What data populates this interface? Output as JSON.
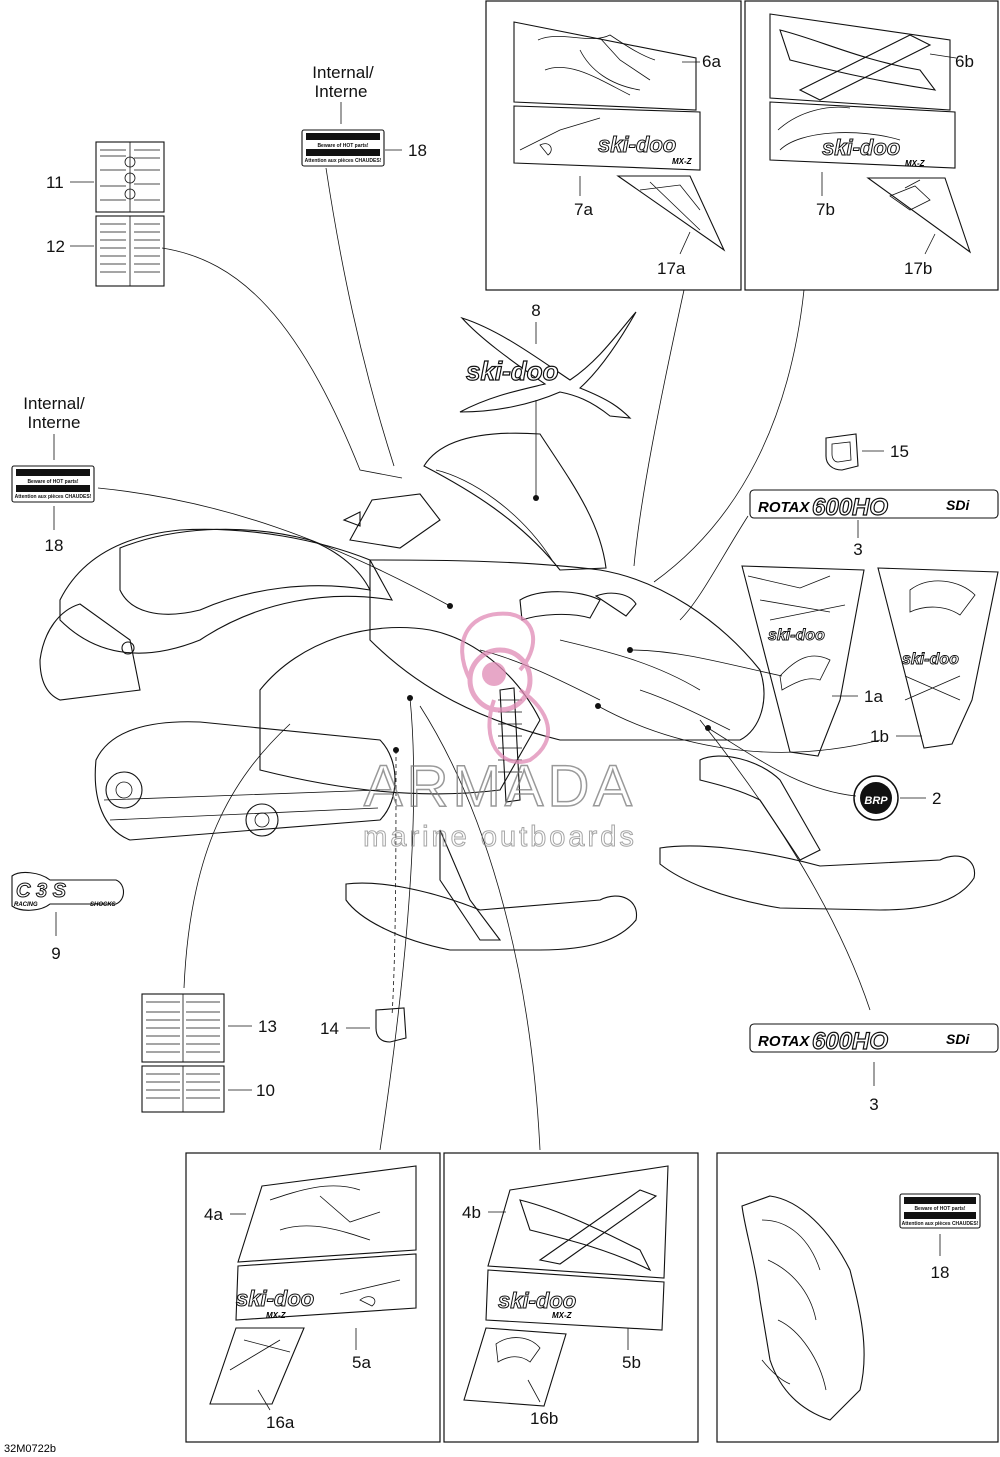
{
  "diagram_code": "32M0722b",
  "internal_note": [
    "Internal/",
    "Interne"
  ],
  "warning_label": {
    "line1": "WARNING",
    "line2": "Beware of HOT parts!",
    "line3": "AVERTISSEMENT",
    "line4": "Attention aux pièces CHAUDES!"
  },
  "logos": {
    "skidoo": "ski-doo",
    "mxz": "MX-Z",
    "rotax": "ROTAX",
    "engine": "600HO",
    "sdi": "SDi",
    "brp": "BRP",
    "racing": "RACING",
    "shocks": "SHOCKS"
  },
  "callouts": {
    "c1a": "1a",
    "c1b": "1b",
    "c2": "2",
    "c3a": "3",
    "c3b": "3",
    "c4a": "4a",
    "c4b": "4b",
    "c5a": "5a",
    "c5b": "5b",
    "c6a": "6a",
    "c6b": "6b",
    "c7a": "7a",
    "c7b": "7b",
    "c8": "8",
    "c9": "9",
    "c10": "10",
    "c11": "11",
    "c12": "12",
    "c13": "13",
    "c14": "14",
    "c15": "15",
    "c16a": "16a",
    "c16b": "16b",
    "c17a": "17a",
    "c17b": "17b",
    "c18a": "18",
    "c18b": "18",
    "c18c": "18"
  },
  "watermark": {
    "brand": "ARMADA",
    "tagline": "marine outboards",
    "color": "#e08ab5"
  }
}
